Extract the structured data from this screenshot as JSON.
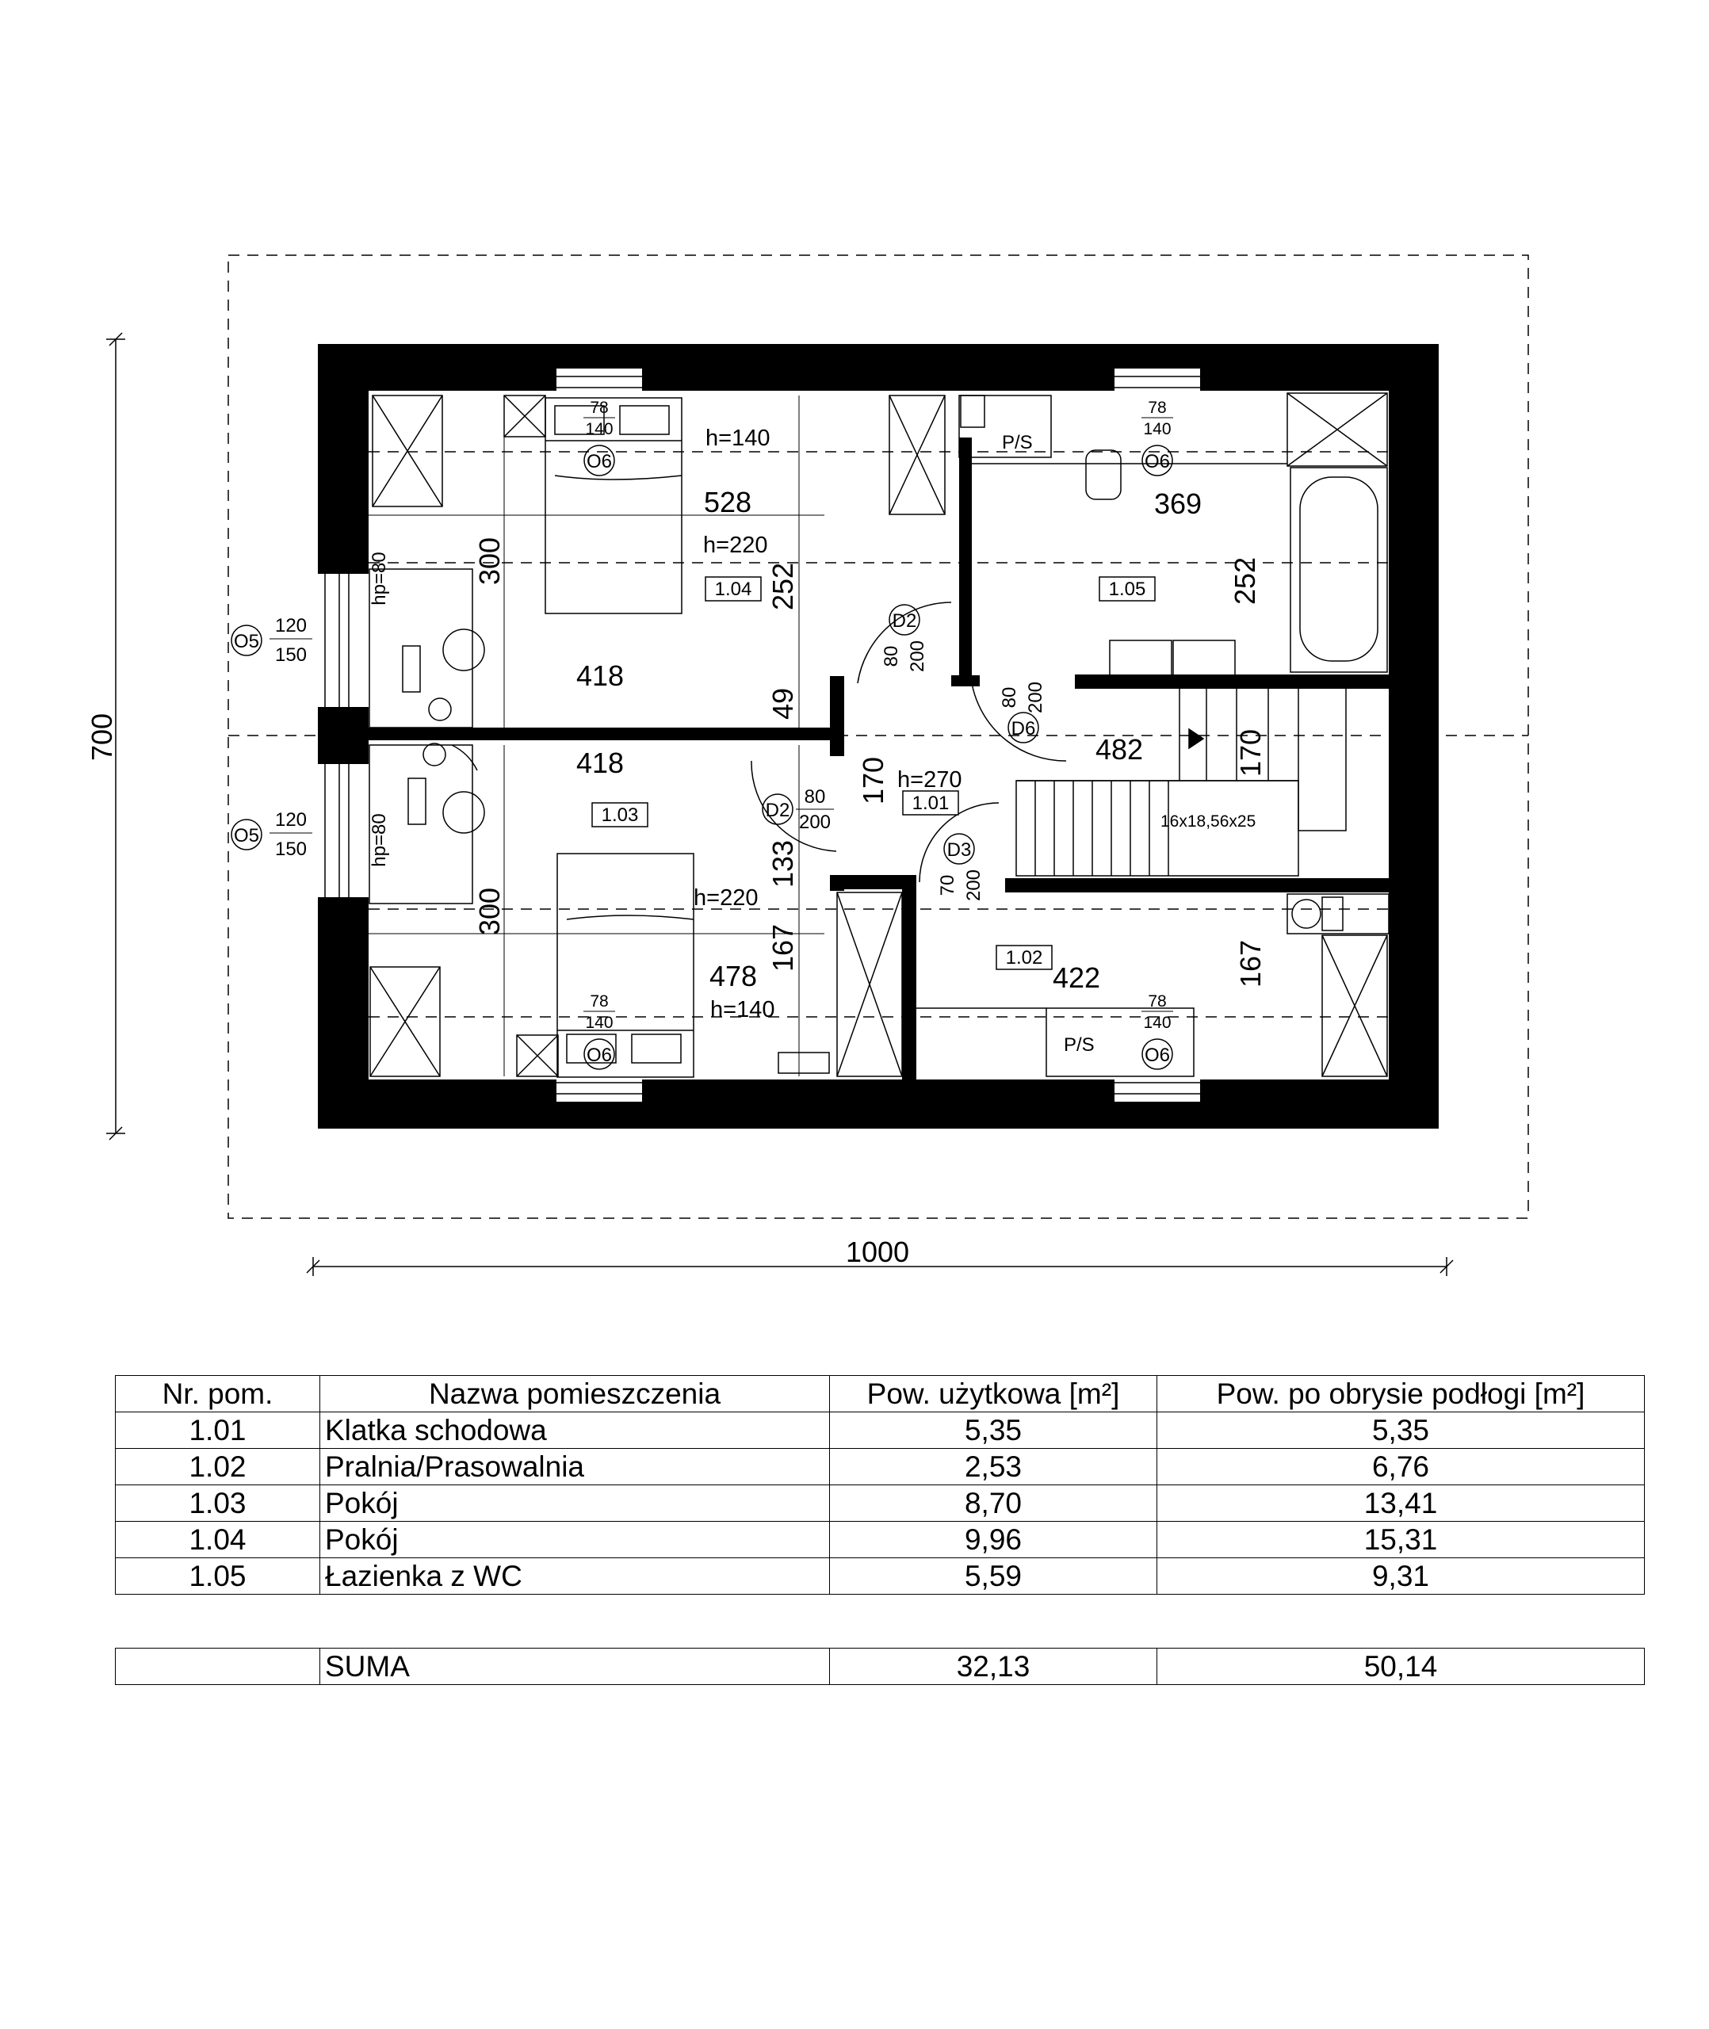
{
  "plan": {
    "overall_width": "1000",
    "overall_depth": "700",
    "rooms": {
      "r101": "1.01",
      "r102": "1.02",
      "r103": "1.03",
      "r104": "1.04",
      "r105": "1.05"
    },
    "dims": {
      "d528": "528",
      "d418a": "418",
      "d418b": "418",
      "d478": "478",
      "d369": "369",
      "d482": "482",
      "d422": "422",
      "d300a": "300",
      "d300b": "300",
      "d252a": "252",
      "d252b": "252",
      "d49": "49",
      "d170a": "170",
      "d170b": "170",
      "d133": "133",
      "d167a": "167",
      "d167b": "167"
    },
    "heights": {
      "h140a": "h=140",
      "h220a": "h=220",
      "h220b": "h=220",
      "h140b": "h=140",
      "h270": "h=270",
      "hp80a": "hp=80",
      "hp80b": "hp=80"
    },
    "windows": {
      "o6": "O6",
      "o5": "O5",
      "w78": "78",
      "w140": "140",
      "w120": "120",
      "w150": "150"
    },
    "doors": {
      "d2": "D2",
      "d3": "D3",
      "d6": "D6",
      "w80": "80",
      "w70": "70",
      "h200": "200"
    },
    "ps": "P/S",
    "stairs": "16x18,56x25"
  },
  "table": {
    "headers": [
      "Nr. pom.",
      "Nazwa pomieszczenia",
      "Pow. użytkowa [m²]",
      "Pow. po obrysie podłogi [m²]"
    ],
    "rows": [
      {
        "nr": "1.01",
        "name": "Klatka schodowa",
        "usable": "5,35",
        "floor": "5,35"
      },
      {
        "nr": "1.02",
        "name": "Pralnia/Prasowalnia",
        "usable": "2,53",
        "floor": "6,76"
      },
      {
        "nr": "1.03",
        "name": "Pokój",
        "usable": "8,70",
        "floor": "13,41"
      },
      {
        "nr": "1.04",
        "name": "Pokój",
        "usable": "9,96",
        "floor": "15,31"
      },
      {
        "nr": "1.05",
        "name": "Łazienka z WC",
        "usable": "5,59",
        "floor": "9,31"
      }
    ],
    "sum": {
      "label": "SUMA",
      "usable": "32,13",
      "floor": "50,14"
    }
  }
}
